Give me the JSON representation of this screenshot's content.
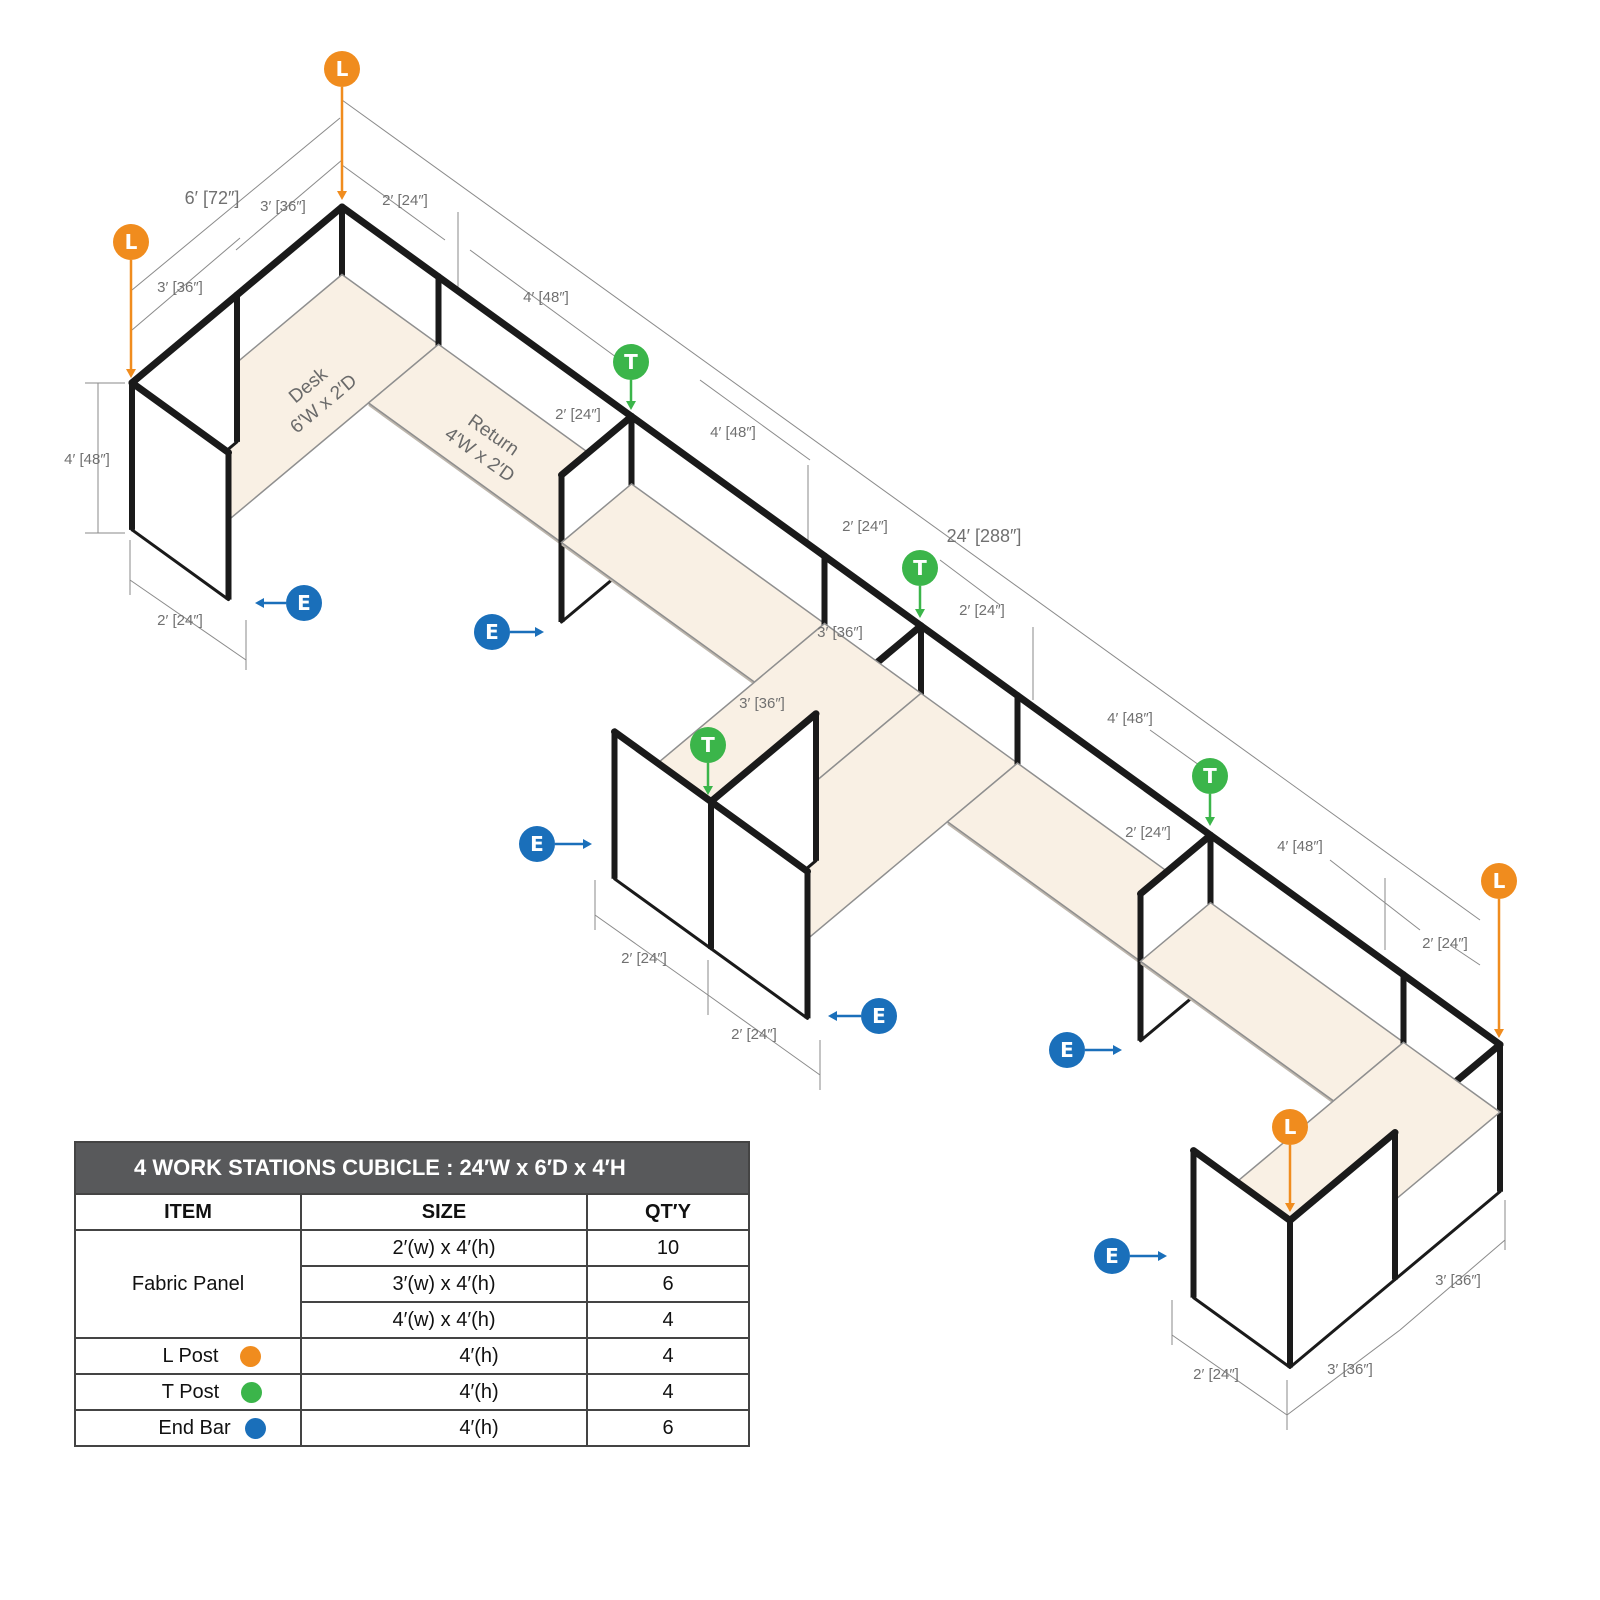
{
  "colors": {
    "l_post": "#f08c1e",
    "t_post": "#3bb54a",
    "end_bar": "#1a6fba",
    "desk": "#f9f0e4",
    "panel_frame": "#1a1a1a",
    "dim": "#8a8a8a",
    "table_header": "#58595b"
  },
  "markers": {
    "l_post": "L",
    "t_post": "T",
    "end_bar": "E"
  },
  "desk_label": {
    "line1": "Desk",
    "line2": "6′W x 2′D"
  },
  "return_label": {
    "line1": "Return",
    "line2": "4′W x 2′D"
  },
  "dimensions": [
    "6′ [72″]",
    "3′ [36″]",
    "2′ [24″]",
    "3′ [36″]",
    "4′ [48″]",
    "4′ [48″]",
    "2′ [24″]",
    "4′ [48″]",
    "2′ [24″]",
    "2′ [24″]",
    "24′ [288″]",
    "2′ [24″]",
    "3′ [36″]",
    "3′ [36″]",
    "4′ [48″]",
    "2′ [24″]",
    "4′ [48″]",
    "2′ [24″]",
    "2′ [24″]",
    "2′ [24″]",
    "3′ [36″]",
    "3′ [36″]",
    "2′ [24″]"
  ],
  "table": {
    "title": "4  WORK STATIONS  CUBICLE  :  24′W x 6′D x 4′H",
    "headers": [
      "ITEM",
      "SIZE",
      "QT′Y"
    ],
    "fabric_panel": {
      "item": "Fabric Panel",
      "rows": [
        {
          "size": "2′(w) x 4′(h)",
          "qty": "10"
        },
        {
          "size": "3′(w) x 4′(h)",
          "qty": "6"
        },
        {
          "size": "4′(w) x 4′(h)",
          "qty": "4"
        }
      ]
    },
    "l_post": {
      "item": "L Post",
      "size": "4′(h)",
      "qty": "4"
    },
    "t_post": {
      "item": "T Post",
      "size": "4′(h)",
      "qty": "4"
    },
    "end_bar": {
      "item": "End  Bar",
      "size": "4′(h)",
      "qty": "6"
    }
  }
}
